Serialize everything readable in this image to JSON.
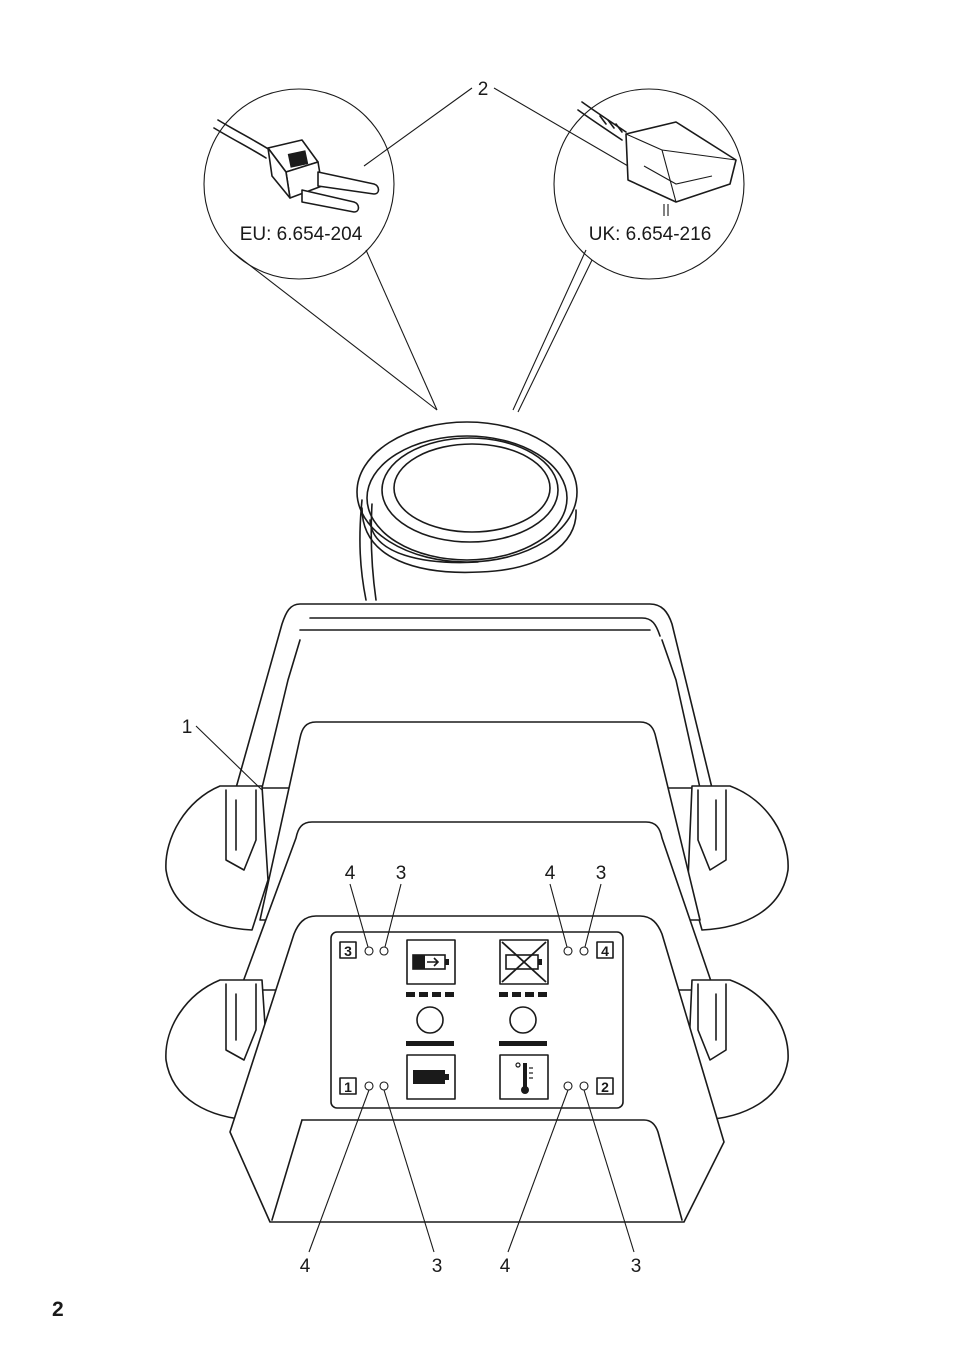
{
  "callouts": {
    "plug_pointer": "2",
    "charger_pointer": "1",
    "led_top_left_a": "4",
    "led_top_left_b": "3",
    "led_top_right_a": "4",
    "led_top_right_b": "3",
    "led_bottom_1_a": "4",
    "led_bottom_1_b": "3",
    "led_bottom_2_a": "4",
    "led_bottom_2_b": "3"
  },
  "plugs": {
    "eu_label": "EU: 6.654-204",
    "uk_label": "UK: 6.654-216"
  },
  "slots": {
    "slot_3": "3",
    "slot_4": "4",
    "slot_1": "1",
    "slot_2": "2"
  },
  "icons": [
    "battery-charging-icon",
    "battery-fault-icon",
    "battery-full-icon",
    "temperature-icon"
  ],
  "page_number": "2"
}
